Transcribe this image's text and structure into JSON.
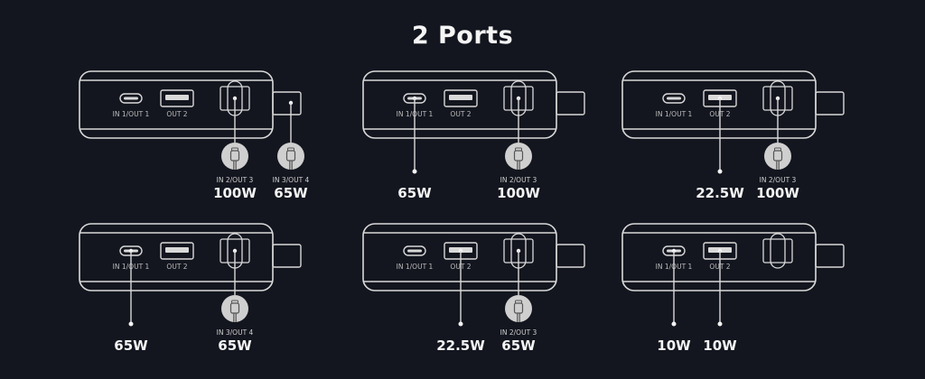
{
  "title": "2 Ports",
  "colors": {
    "background": "#13161f",
    "outline": "#d9d9d9",
    "cable_circle": "#cfcfcf",
    "text": "#f4f4f4"
  },
  "port_labels": {
    "usb_c": "IN 1/OUT 1",
    "usb_a": "OUT 2"
  },
  "configurations": [
    {
      "active": [
        {
          "port": "built-in-cable",
          "label": "IN 2/OUT 3",
          "watt": "100W",
          "icon": "usb-c-cable-icon"
        },
        {
          "port": "tab-cable",
          "label": "IN 3/OUT 4",
          "watt": "65W",
          "icon": "usb-c-cable-icon"
        }
      ]
    },
    {
      "active": [
        {
          "port": "usb-c",
          "label": "",
          "watt": "65W"
        },
        {
          "port": "built-in-cable",
          "label": "IN 2/OUT 3",
          "watt": "100W",
          "icon": "usb-c-cable-icon"
        }
      ]
    },
    {
      "active": [
        {
          "port": "usb-a",
          "label": "",
          "watt": "22.5W"
        },
        {
          "port": "built-in-cable",
          "label": "IN 2/OUT 3",
          "watt": "100W",
          "icon": "usb-c-cable-icon"
        }
      ]
    },
    {
      "active": [
        {
          "port": "usb-c",
          "label": "",
          "watt": "65W"
        },
        {
          "port": "built-in-cable",
          "label": "IN 3/OUT 4",
          "watt": "65W",
          "icon": "usb-c-cable-icon"
        }
      ]
    },
    {
      "active": [
        {
          "port": "usb-a",
          "label": "",
          "watt": "22.5W"
        },
        {
          "port": "built-in-cable",
          "label": "IN 2/OUT 3",
          "watt": "65W",
          "icon": "usb-c-cable-icon"
        }
      ]
    },
    {
      "active": [
        {
          "port": "usb-c",
          "label": "",
          "watt": "10W"
        },
        {
          "port": "usb-a",
          "label": "",
          "watt": "10W"
        }
      ]
    }
  ]
}
